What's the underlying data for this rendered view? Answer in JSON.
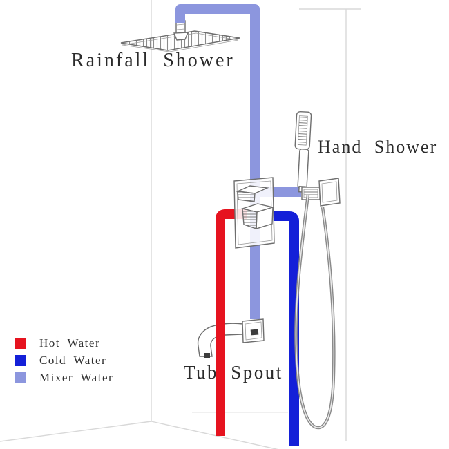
{
  "labels": {
    "rainfall_shower": "Rainfall Shower",
    "hand_shower": "Hand Shower",
    "tub_spout": "Tub Spout"
  },
  "legend": {
    "items": [
      {
        "label": "Hot Water",
        "color": "#e6131f"
      },
      {
        "label": "Cold Water",
        "color": "#1420d8"
      },
      {
        "label": "Mixer Water",
        "color": "#8c96de"
      }
    ]
  },
  "colors": {
    "hot": "#e6131f",
    "cold": "#1420d8",
    "mixer": "#8c96de",
    "wall_line": "#d8d8d8",
    "label_text": "#2b2b2b"
  }
}
